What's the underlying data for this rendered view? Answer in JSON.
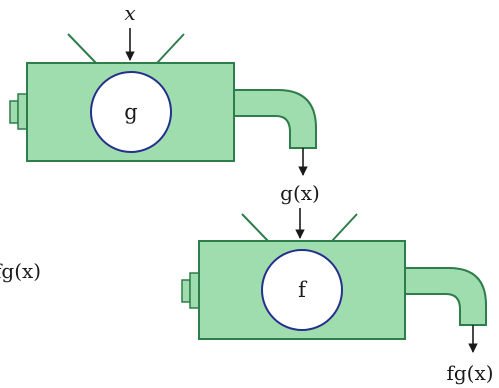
{
  "machines": {
    "top": {
      "name": "g",
      "input_label": "x",
      "output_label": "g(x)"
    },
    "bottom": {
      "name": "f",
      "output_label": "fg(x)"
    }
  },
  "side_label": "fg(x)",
  "colors": {
    "body_fill": "#9fdcae",
    "outline": "#2e7d4c",
    "circle_stroke": "#23308c",
    "arrow": "#1a1a1a"
  }
}
